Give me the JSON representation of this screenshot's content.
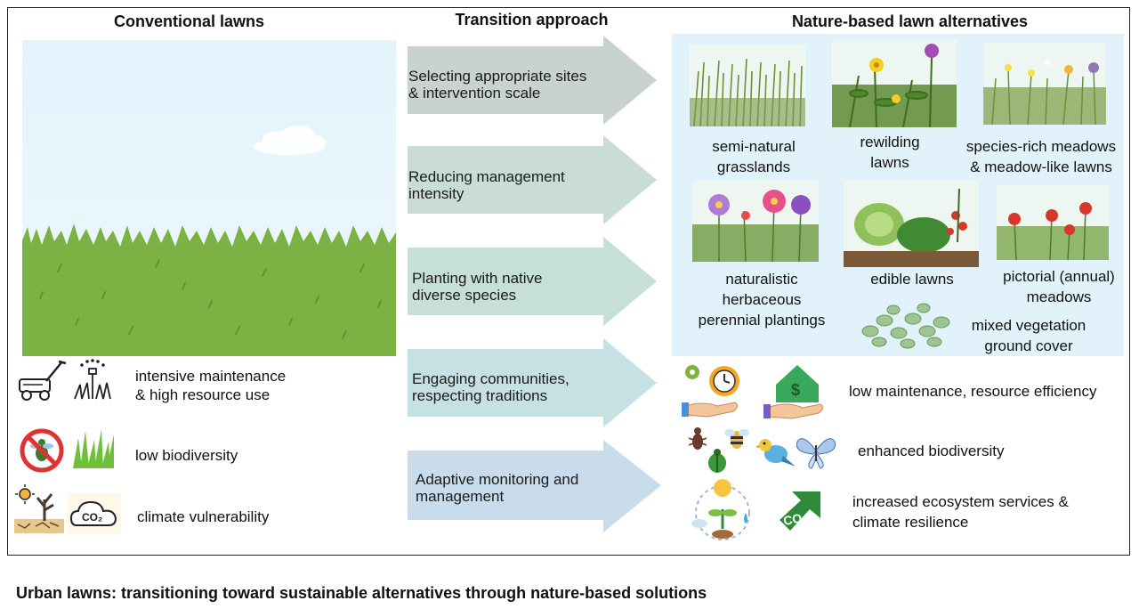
{
  "headers": {
    "conventional": "Conventional lawns",
    "transition": "Transition approach",
    "nature": "Nature-based lawn alternatives"
  },
  "conventional_impacts": [
    {
      "label": "intensive maintenance\n& high resource use",
      "icons": [
        "lawnmower-icon",
        "sprinkler-icon"
      ]
    },
    {
      "label": "low biodiversity",
      "icons": [
        "no-insects-icon",
        "grass-icon"
      ]
    },
    {
      "label": "climate vulnerability",
      "icons": [
        "drought-tree-icon",
        "co2-cloud-icon"
      ]
    }
  ],
  "transition_steps": [
    "Selecting appropriate sites\n& intervention scale",
    "Reducing management\nintensity",
    "Planting with native\ndiverse species",
    "Engaging communities,\nrespecting traditions",
    "Adaptive monitoring and\nmanagement"
  ],
  "arrow_colors": [
    "#c9d3cd",
    "#c9ddd4",
    "#c6e0d8",
    "#c6e1e3",
    "#c8dceb"
  ],
  "alternatives": [
    "semi-natural\ngrasslands",
    "rewilding\nlawns",
    "species-rich meadows\n& meadow-like lawns",
    "naturalistic\nherbaceous\nperennial plantings",
    "edible lawns",
    "pictorial (annual)\nmeadows",
    "mixed vegetation\nground cover"
  ],
  "benefits": [
    {
      "label": "low maintenance, resource efficiency",
      "icons": [
        "gear-clock-hand-icon",
        "house-money-hand-icon"
      ]
    },
    {
      "label": "enhanced biodiversity",
      "icons": [
        "insects-icon",
        "bird-icon",
        "butterfly-icon"
      ]
    },
    {
      "label": "increased ecosystem services &\nclimate resilience",
      "icons": [
        "ecosystem-cycle-icon",
        "co2-arrow-icon"
      ]
    }
  ],
  "colors": {
    "grass": "#7cb243",
    "sky": "#e3f3fc",
    "panel": "#e2f2fb"
  },
  "caption": "Urban lawns: transitioning toward sustainable alternatives through nature-based solutions"
}
